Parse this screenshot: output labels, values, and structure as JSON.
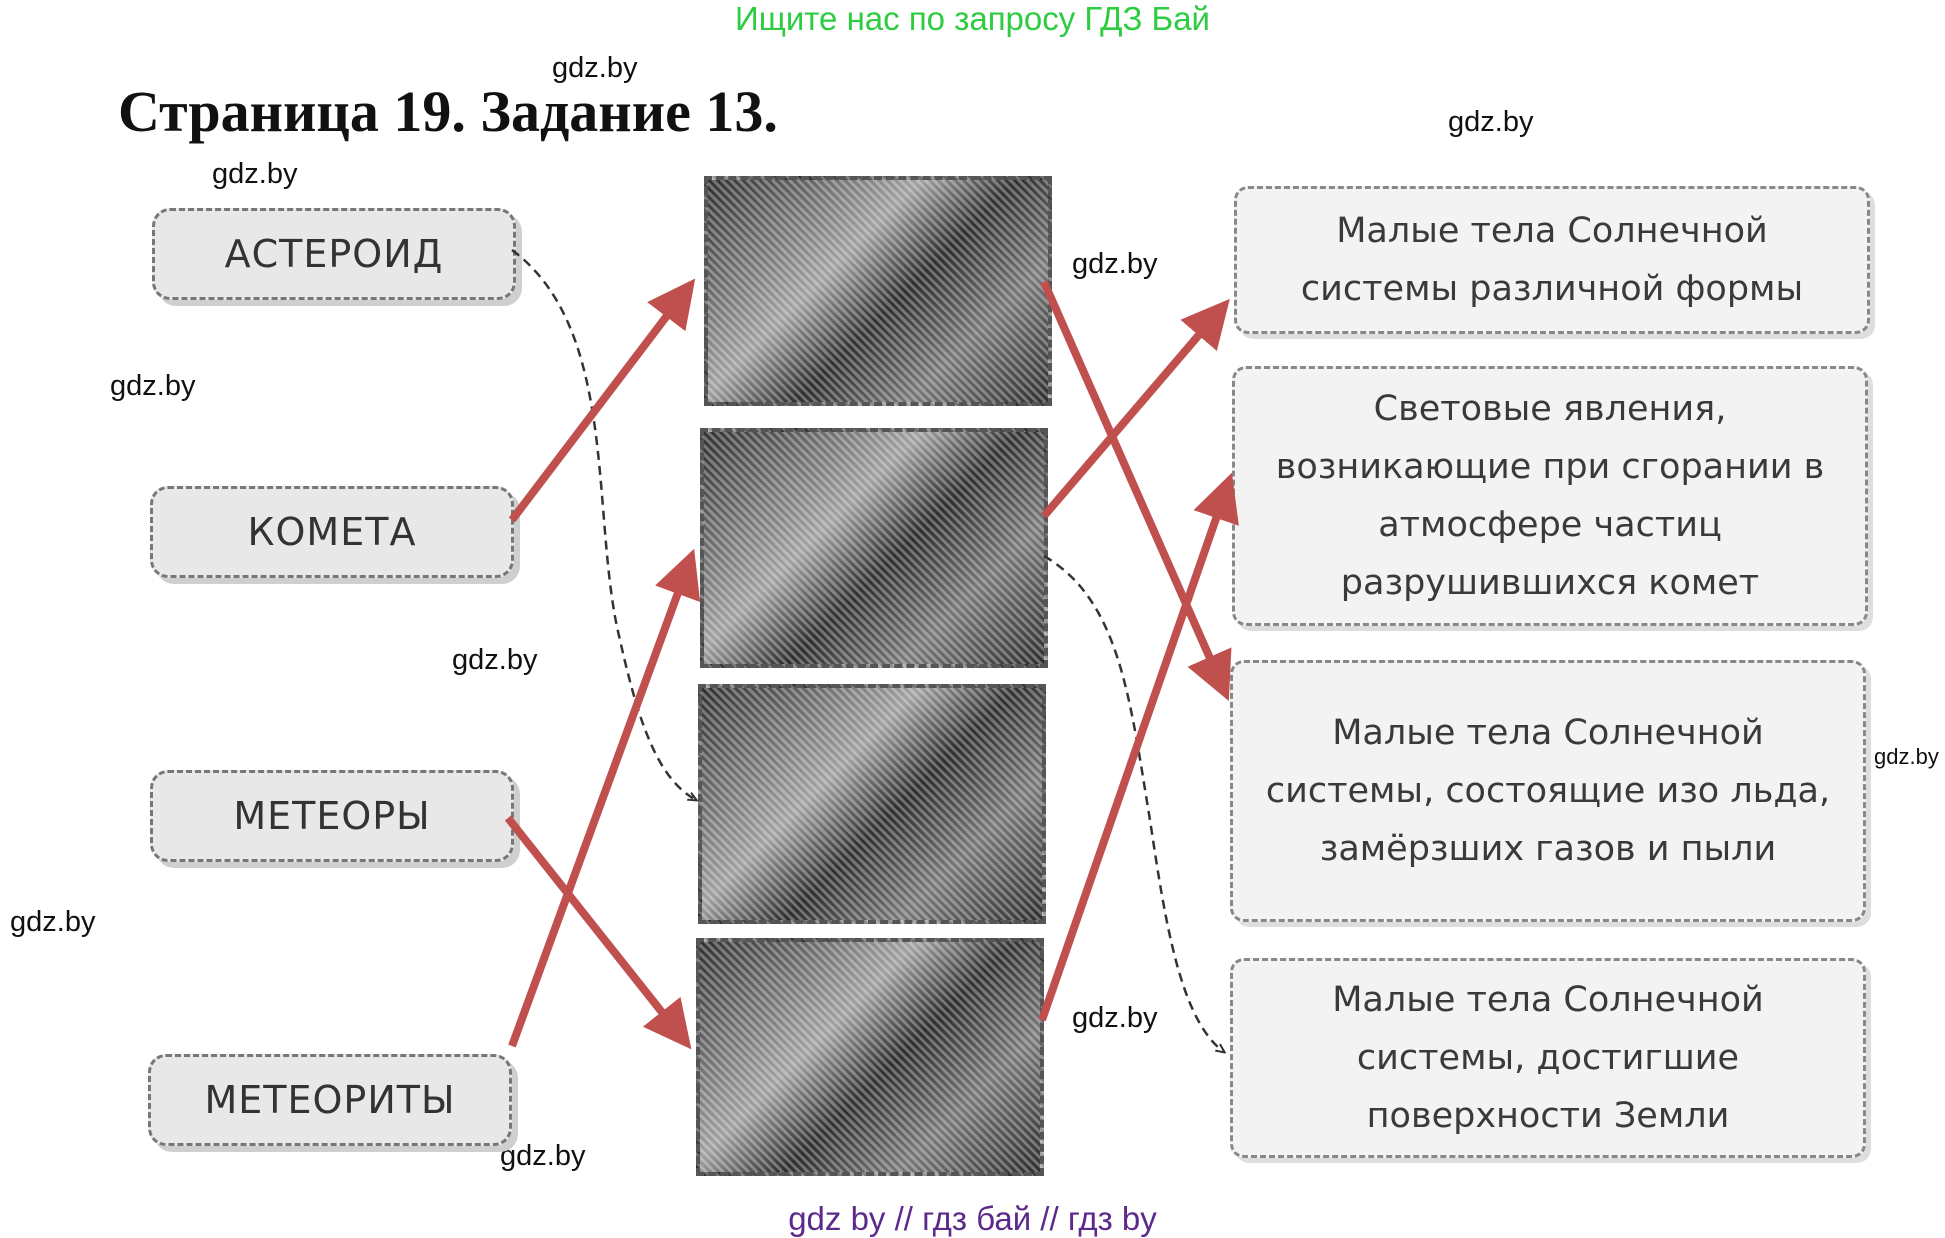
{
  "banner": "Ищите нас по запросу ГДЗ Бай",
  "title": "Страница 19. Задание 13.",
  "watermark": "gdz.by",
  "terms": [
    "АСТЕРОИД",
    "КОМЕТА",
    "МЕТЕОРЫ",
    "МЕТЕОРИТЫ"
  ],
  "descriptions": [
    "Малые тела Солнечной системы различной формы",
    "Световые явления, возникающие при сгорании в атмосфере частиц разрушившихся комет",
    "Малые тела Солнечной системы, состоящие изо льда, замёрзших газов и пыли",
    "Малые тела Солнечной системы, достигшие поверхности Земли"
  ],
  "photos": [
    "asteroid-photo",
    "comet-photo",
    "meteors-photo",
    "meteorite-photo"
  ],
  "footer": "gdz by  //  гдз бай  //  гдз by",
  "colors": {
    "arrow": "#c0504d",
    "banner": "#2ecc40",
    "footer": "#5b2a8c"
  }
}
